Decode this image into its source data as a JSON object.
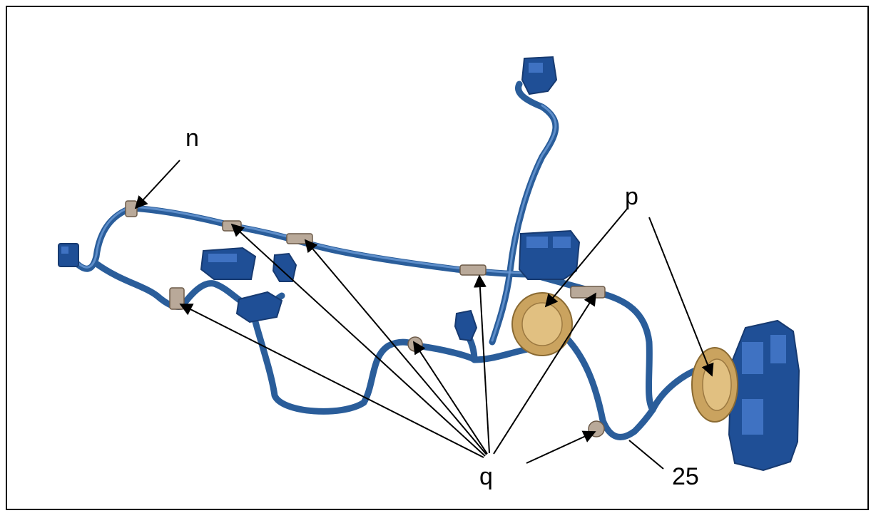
{
  "labels": {
    "n": "n",
    "p": "p",
    "q": "q",
    "num25": "25"
  }
}
